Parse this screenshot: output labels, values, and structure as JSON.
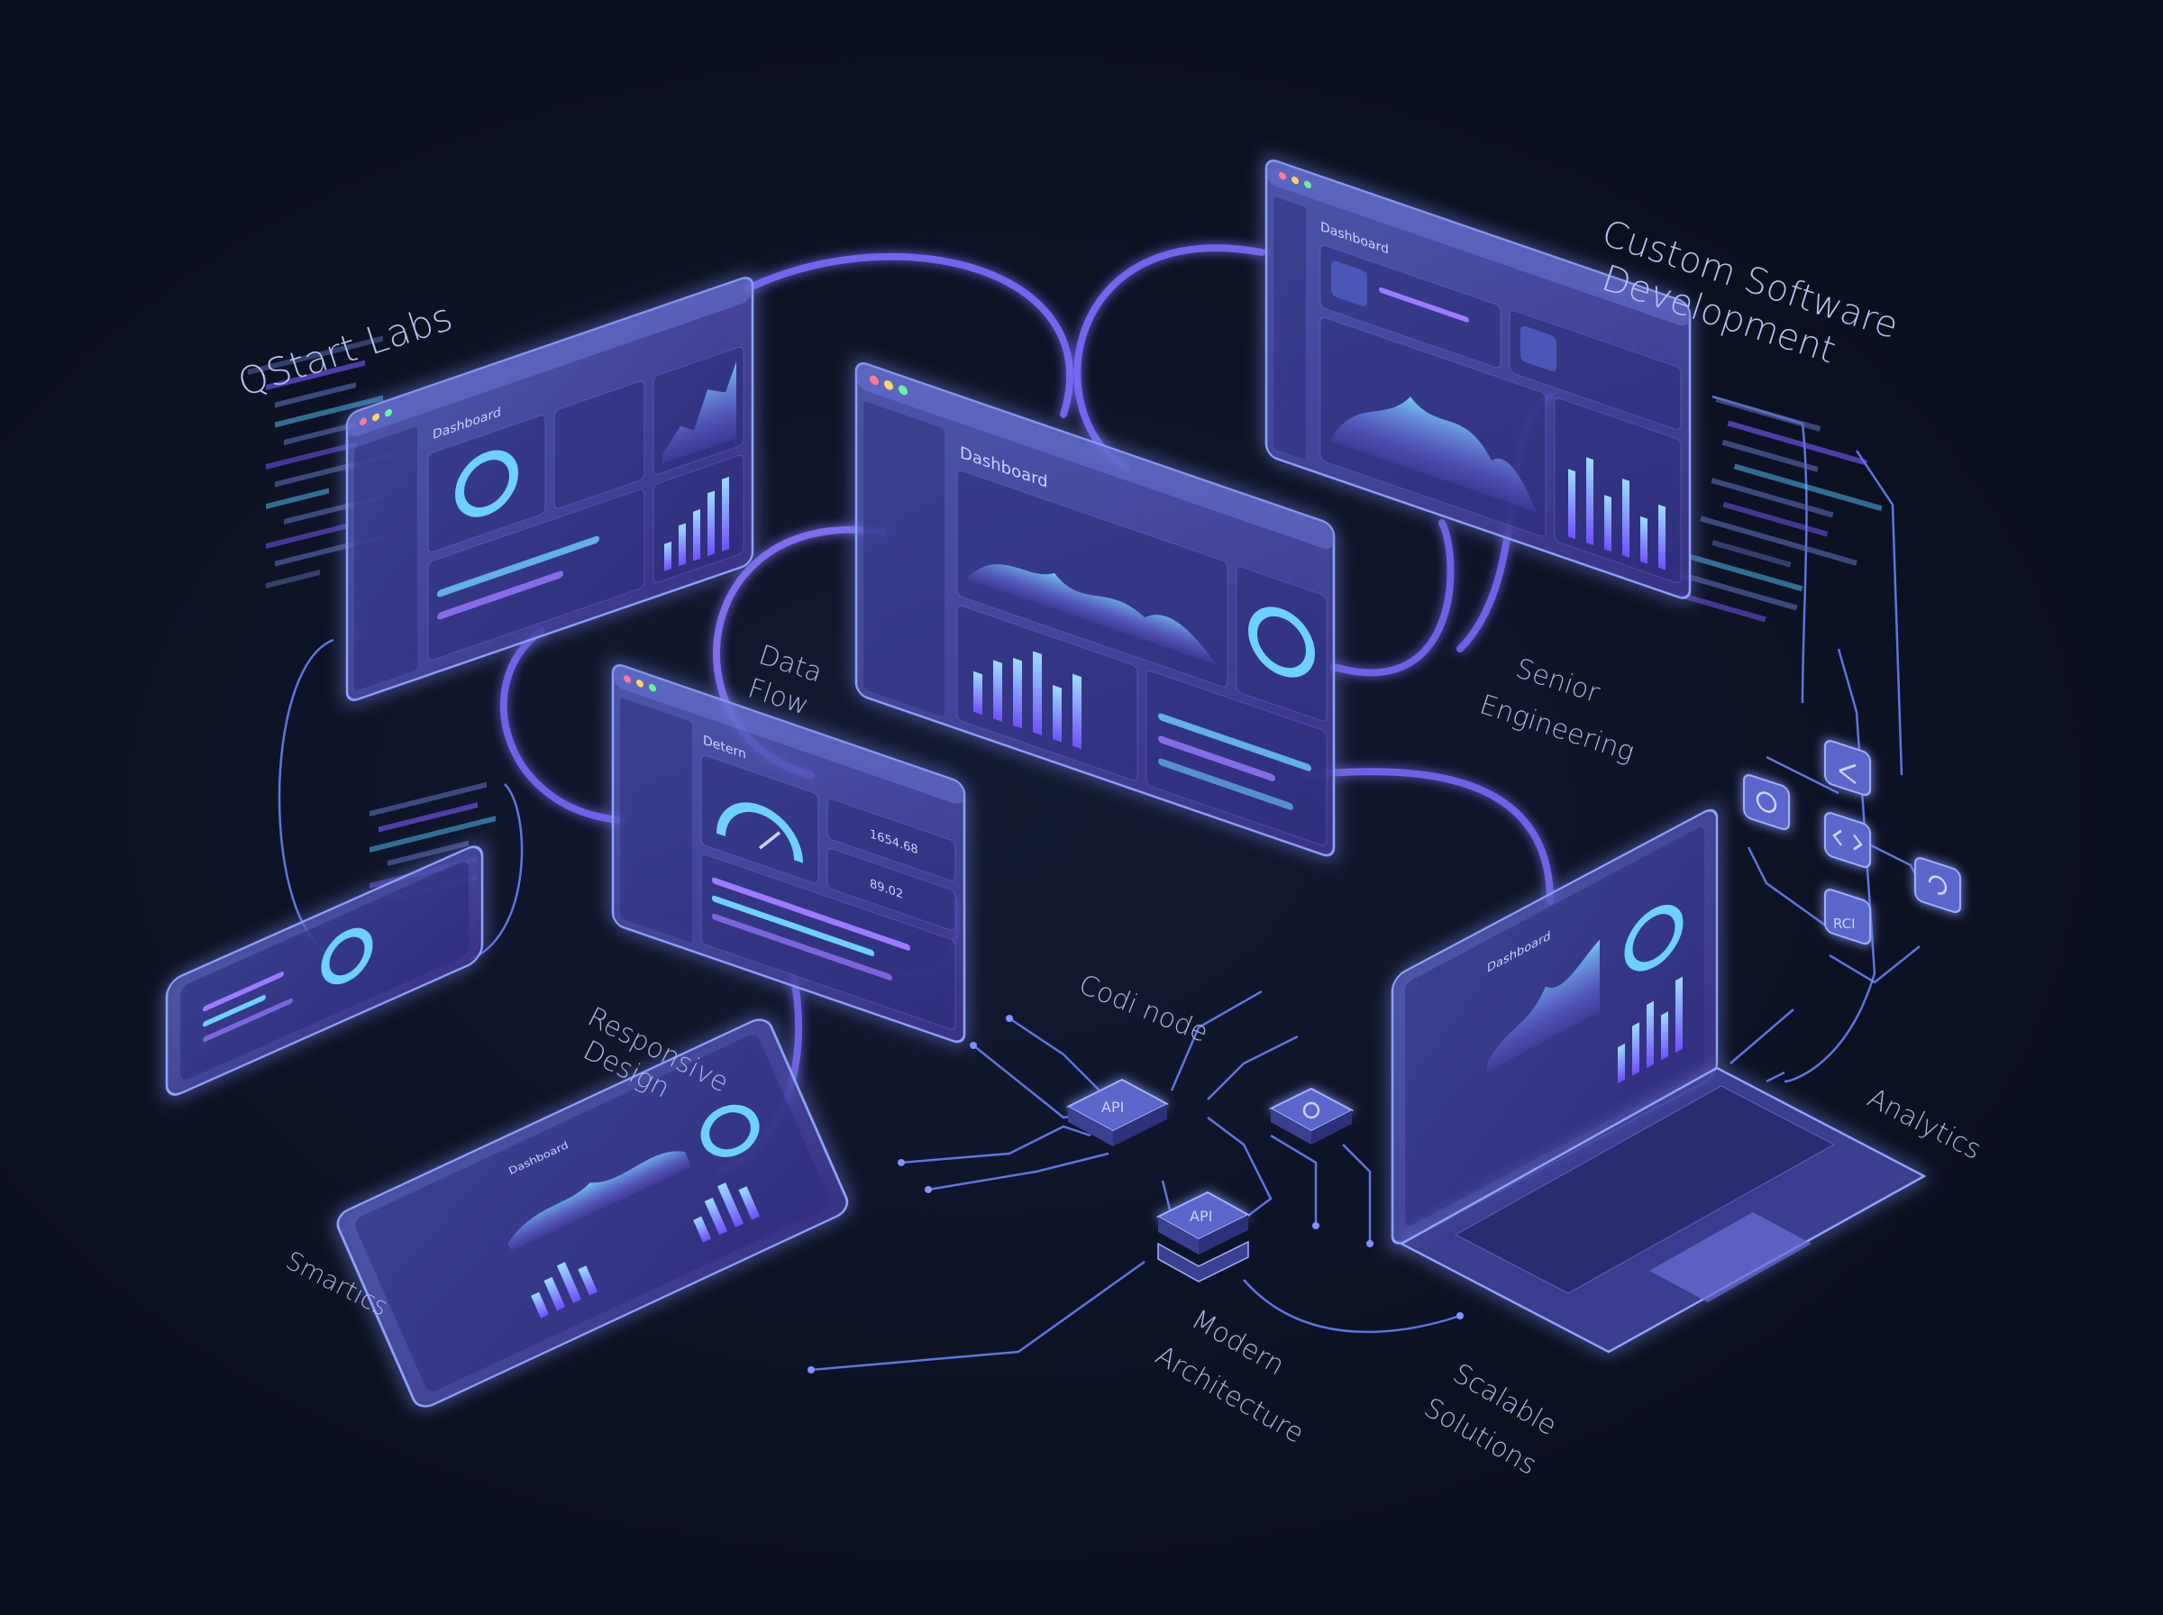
{
  "labels": {
    "brand": "QStart Labs",
    "custom_line1": "Custom Software",
    "custom_line2": "Development",
    "data_flow_line1": "Data",
    "data_flow_line2": "Flow",
    "senior_line1": "Senior",
    "senior_line2": "Engineering",
    "responsive_line1": "Responsive",
    "responsive_line2": "Design",
    "code_node": "Codi node",
    "analytics": "Analytics",
    "smartics": "Smartics",
    "modern_line1": "Modern",
    "modern_line2": "Architecture",
    "scalable_line1": "Scalable",
    "scalable_line2": "Solutions"
  },
  "panels": {
    "main_title": "Dashboard",
    "left_title": "Dashboard",
    "right_title": "Dashboard",
    "detail_title": "Detern",
    "detail_value_1": "1654.68",
    "detail_value_2": "89.02",
    "laptop_title": "Dashboard",
    "tablet_title": "Dashboard"
  },
  "nodes": {
    "api_1": "API",
    "api_2": "API",
    "rest": "RCI"
  },
  "colors": {
    "background": "#0b1020",
    "glow": "#6d7dff",
    "accent_cyan": "#57c8ff",
    "accent_violet": "#8f6bff",
    "panel_fill": "#3a3f8f"
  }
}
